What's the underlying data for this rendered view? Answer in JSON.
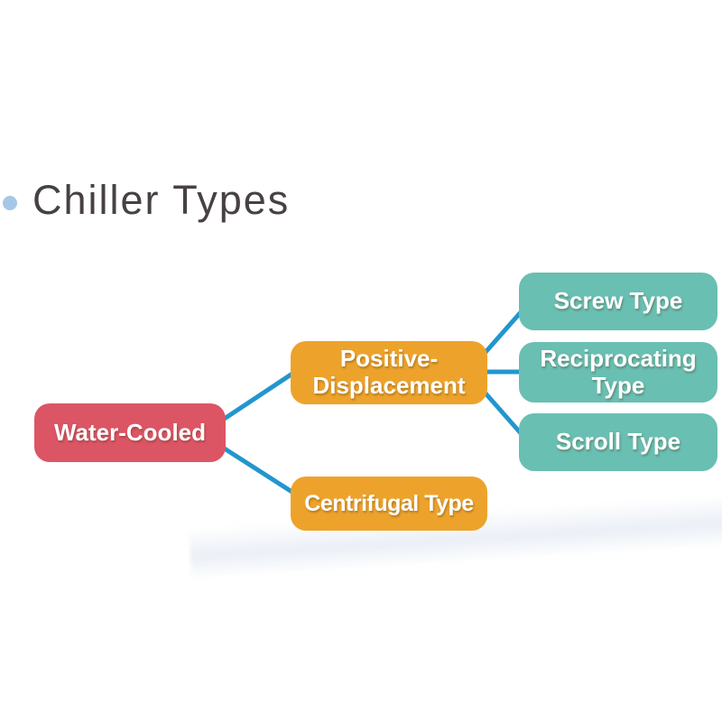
{
  "slide": {
    "title": "Chiller Types",
    "title_color": "#474143",
    "bullet_color": "#A5C7E8",
    "background": "#FFFFFF"
  },
  "colors": {
    "root": "#DC5565",
    "branch": "#EDA32B",
    "leaf": "#69BFB2",
    "connector": "#2296CE",
    "node_text": "#FFFFFF"
  },
  "diagram": {
    "nodes": [
      {
        "id": "water-cooled",
        "label": "Water-Cooled",
        "level": "root"
      },
      {
        "id": "positive-displacement",
        "label": "Positive-Displacement",
        "level": "branch"
      },
      {
        "id": "centrifugal-type",
        "label": "Centrifugal Type",
        "level": "branch"
      },
      {
        "id": "screw-type",
        "label": "Screw Type",
        "level": "leaf"
      },
      {
        "id": "reciprocating-type",
        "label": "Reciprocating Type",
        "level": "leaf"
      },
      {
        "id": "scroll-type",
        "label": "Scroll Type",
        "level": "leaf"
      }
    ],
    "edges": [
      {
        "from": "water-cooled",
        "to": "positive-displacement"
      },
      {
        "from": "water-cooled",
        "to": "centrifugal-type"
      },
      {
        "from": "positive-displacement",
        "to": "screw-type"
      },
      {
        "from": "positive-displacement",
        "to": "reciprocating-type"
      },
      {
        "from": "positive-displacement",
        "to": "scroll-type"
      }
    ]
  }
}
